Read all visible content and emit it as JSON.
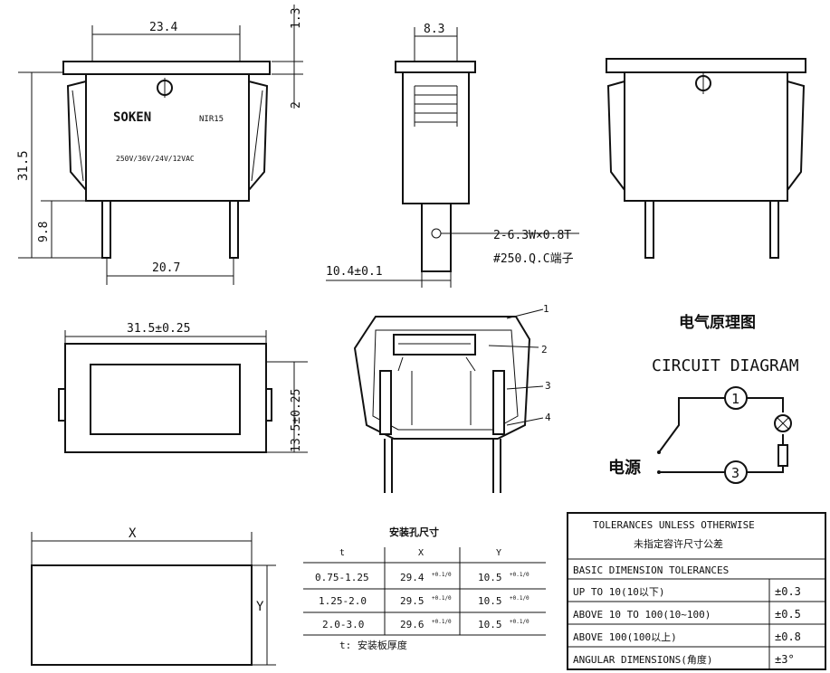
{
  "front_view": {
    "dim_width_top": "23.4",
    "dim_flange": "1.3",
    "dim_clip": "2",
    "dim_height": "31.5",
    "dim_pin": "9.8",
    "dim_pin_span": "20.7",
    "brand": "SOKEN",
    "model": "NIR15",
    "rating": "250V/36V/24V/12VAC"
  },
  "side_view": {
    "dim_width": "8.3",
    "dim_depth": "10.4±0.1",
    "terminal_size": "2-6.3W×0.8T",
    "terminal_type": "#250.Q.C端子"
  },
  "top_view": {
    "dim_length": "31.5±0.25",
    "dim_width": "13.5±0.25"
  },
  "section_view": {
    "callouts": [
      "1",
      "2",
      "3",
      "4"
    ]
  },
  "circuit": {
    "title_cn": "电气原理图",
    "title_en": "CIRCUIT DIAGRAM",
    "source_label": "电源",
    "terminals": [
      "1",
      "3"
    ]
  },
  "cutout": {
    "x_label": "X",
    "y_label": "Y"
  },
  "hole_table": {
    "title": "安装孔尺寸",
    "headers": [
      "t",
      "X",
      "Y"
    ],
    "rows": [
      {
        "t": "0.75-1.25",
        "x": "29.4",
        "x_tol": "+0.1/0",
        "y": "10.5",
        "y_tol": "+0.1/0"
      },
      {
        "t": "1.25-2.0",
        "x": "29.5",
        "x_tol": "+0.1/0",
        "y": "10.5",
        "y_tol": "+0.1/0"
      },
      {
        "t": "2.0-3.0",
        "x": "29.6",
        "x_tol": "+0.1/0",
        "y": "10.5",
        "y_tol": "+0.1/0"
      }
    ],
    "note": "t: 安装板厚度"
  },
  "tolerance_table": {
    "title_en": "TOLERANCES UNLESS OTHERWISE",
    "title_cn": "未指定容许尺寸公差",
    "subtitle": "BASIC DIMENSION TOLERANCES",
    "rows": [
      {
        "range": "UP TO 10(10以下)",
        "tol": "±0.3"
      },
      {
        "range": "ABOVE 10 TO 100(10~100)",
        "tol": "±0.5"
      },
      {
        "range": "ABOVE 100(100以上)",
        "tol": "±0.8"
      },
      {
        "range": "ANGULAR DIMENSIONS(角度)",
        "tol": "±3°"
      }
    ]
  }
}
